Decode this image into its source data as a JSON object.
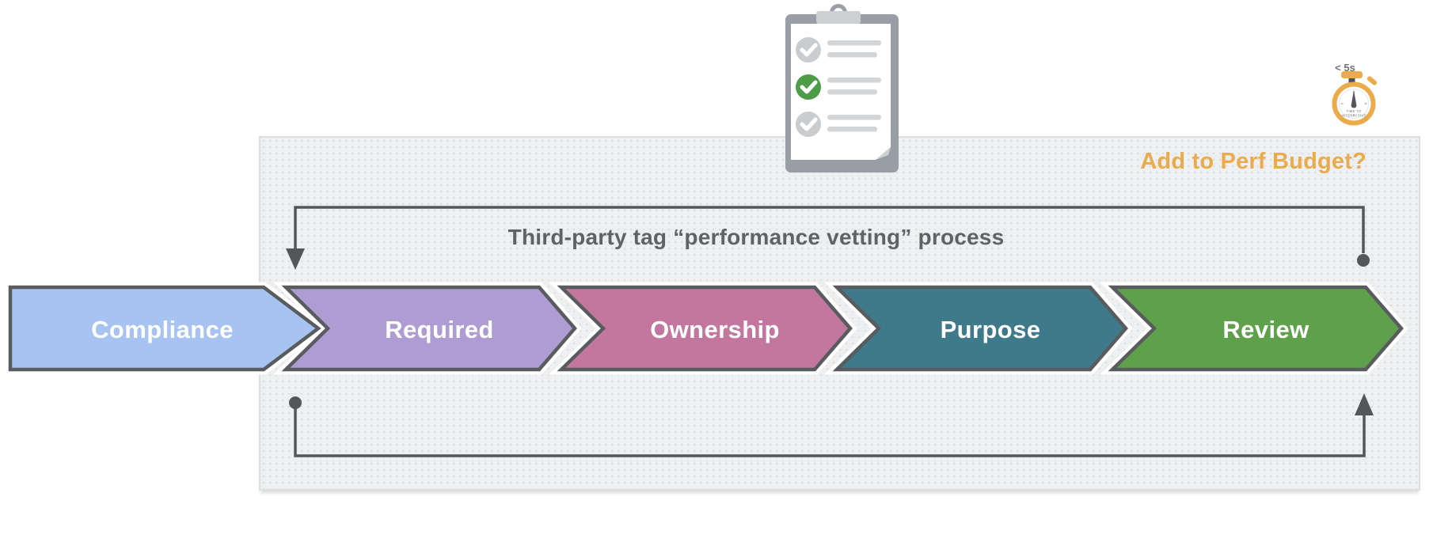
{
  "diagram": {
    "title": "Third-party tag “performance vetting” process",
    "perf_budget_question": "Add to Perf Budget?",
    "stages": [
      {
        "label": "Compliance",
        "color": "#A6C3F2"
      },
      {
        "label": "Required",
        "color": "#AF9CD2"
      },
      {
        "label": "Ownership",
        "color": "#C3779F"
      },
      {
        "label": "Purpose",
        "color": "#3F7A8A"
      },
      {
        "label": "Review",
        "color": "#5FA14A"
      }
    ],
    "stopwatch": {
      "badge": "< 5s",
      "dial_line1": "TIME TO",
      "dial_line2": "INTERACTIVE"
    },
    "icons": {
      "clipboard": "checklist-clipboard-icon",
      "stopwatch": "stopwatch-icon",
      "loop_top": "feedback-arrow-top",
      "loop_bottom": "feedback-arrow-bottom"
    },
    "colors": {
      "stage_border": "#595C5F",
      "loop_line": "#54575A",
      "panel_bg": "#EEEFF0",
      "accent_orange": "#E9AB4C",
      "title_text": "#5F6368",
      "check_green": "#4E9B48",
      "check_gray": "#CACDCF"
    }
  }
}
